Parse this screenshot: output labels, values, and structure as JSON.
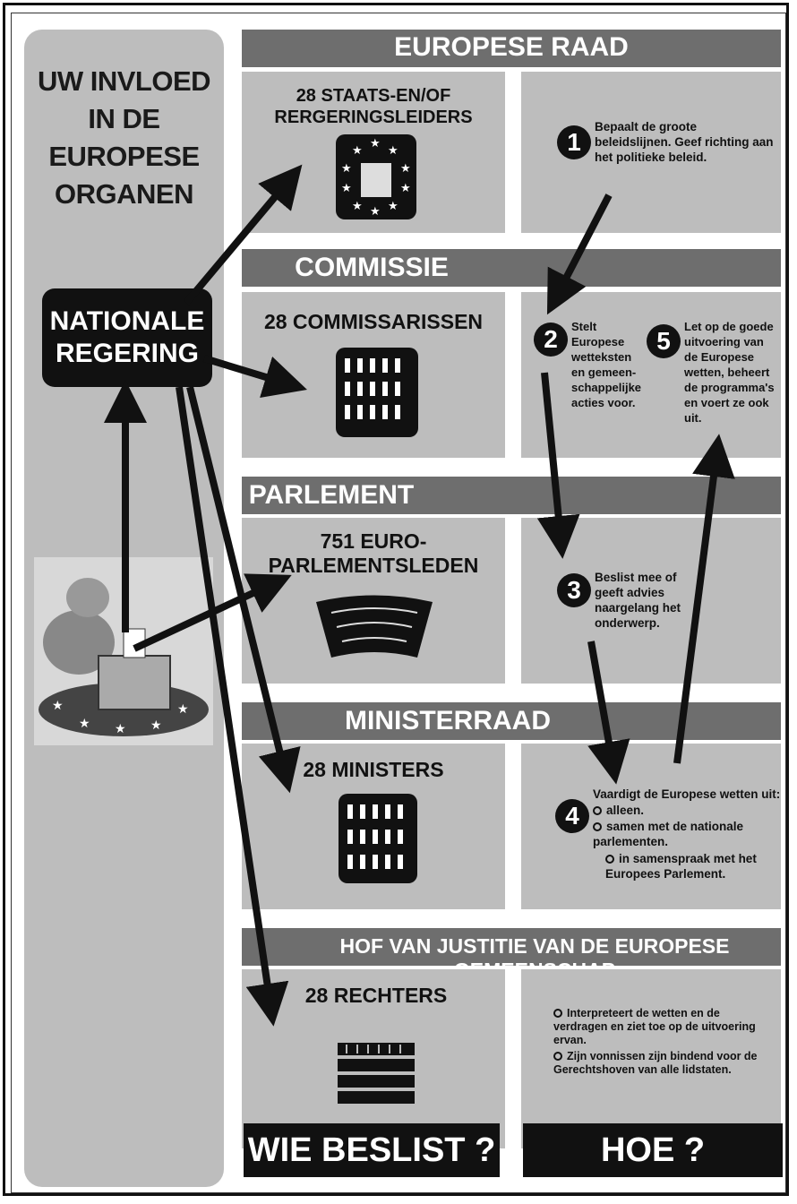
{
  "left_title": "UW INVLOED\nIN DE\nEUROPESE\nORGANEN",
  "nationale": "NATIONALE\nREGERING",
  "raad": {
    "title": "EUROPESE RAAD",
    "count": "28 STAATS-EN/OF\nRERGERINGSLEIDERS",
    "step_num": "1",
    "desc": "Bepaalt de groote beleidslijnen. Geef richting aan het politieke beleid."
  },
  "commissie": {
    "title": "COMMISSIE",
    "count": "28 COMMISSARISSEN",
    "step2_num": "2",
    "step2_desc": "Stelt\nEuropese\nwetteksten\nen gemeen-\nschappelijke\nacties voor.",
    "step5_num": "5",
    "step5_desc": "Let op de goede\nuitvoering van\nde Europese\nwetten, beheert\nde programma's\nen voert ze ook\nuit."
  },
  "parlement": {
    "title": "PARLEMENT",
    "count": "751 EURO-\nPARLEMENTSLEDEN",
    "step_num": "3",
    "desc": "Beslist mee of\ngeeft advies\nnaargelang het\nonderwerp."
  },
  "ministerraad": {
    "title": "MINISTERRAAD",
    "count": "28 MINISTERS",
    "step_num": "4",
    "desc_head": "Vaardigt de Europese wetten uit:",
    "items": [
      "alleen.",
      "samen met de nationale\nparlementen.",
      "in samenspraak met het\nEuropees Parlement."
    ]
  },
  "hof": {
    "title": "HOF VAN JUSTITIE VAN DE EUROPESE GEMEENSCHAP",
    "count": "28 RECHTERS",
    "items": [
      "Interpreteert de wetten en de\nverdragen en ziet toe op de uitvoering\nervan.",
      "Zijn vonnissen zijn bindend voor de\nGerechtshoven van alle lidstaten."
    ]
  },
  "footer": {
    "left": "WIE BESLIST ?",
    "right": "HOE ?"
  },
  "colors": {
    "bar": "#6e6e6e",
    "panel": "#bdbdbd",
    "dark": "#111111"
  }
}
